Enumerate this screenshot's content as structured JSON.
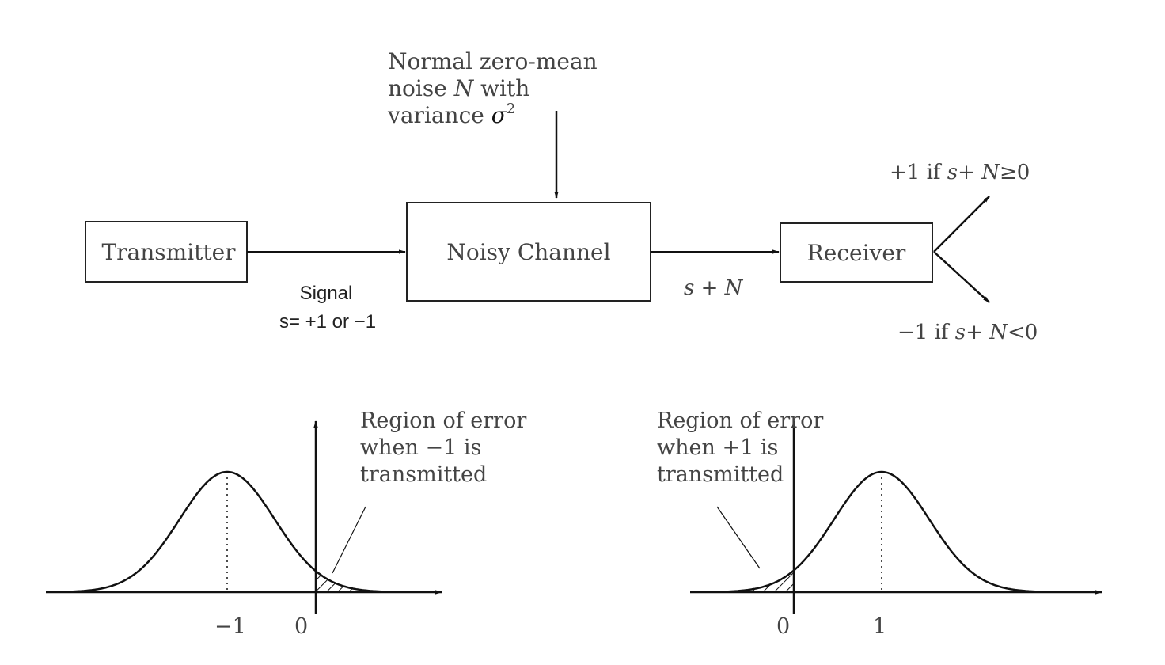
{
  "noise": {
    "line1": "Normal zero-mean",
    "line2_a": "noise ",
    "line2_var": "N",
    "line2_b": " with",
    "line3_a": "variance ",
    "line3_sigma": "σ",
    "line3_exp": "2"
  },
  "blocks": {
    "transmitter": "Transmitter",
    "channel": "Noisy Channel",
    "receiver": "Receiver"
  },
  "signal": {
    "line1": "Signal",
    "line2": "s= +1 or −1"
  },
  "channel_output": "s + N",
  "decisions": {
    "plus_a": "+1 if ",
    "plus_expr": "s+ N",
    "plus_b": "≥0",
    "minus_a": "−1 if ",
    "minus_expr": "s+ N",
    "minus_b": "<0"
  },
  "left_plot": {
    "label_line1": "Region of error",
    "label_line2": "when −1 is",
    "label_line3": "transmitted",
    "tick_mean": "−1",
    "tick_zero": "0"
  },
  "right_plot": {
    "label_line1": "Region of error",
    "label_line2": "when +1 is",
    "label_line3": "transmitted",
    "tick_zero": "0",
    "tick_mean": "1"
  }
}
